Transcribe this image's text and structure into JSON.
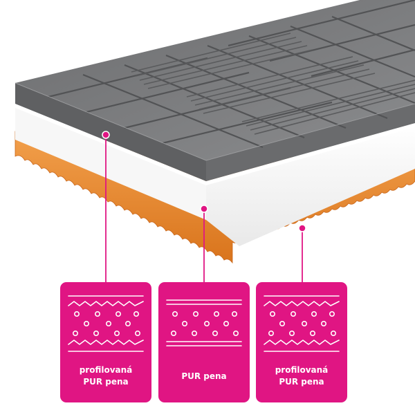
{
  "colors": {
    "accent": "#e01583",
    "gray_foam": "#7a7b7d",
    "white_foam": "#f4f4f4",
    "orange_foam": "#e9892f"
  },
  "layers": [
    {
      "id": "top",
      "material": "gray profiled foam",
      "icon": "profiled-foam-icon",
      "label_lines": [
        "profilovaná",
        "PUR pena"
      ]
    },
    {
      "id": "middle",
      "material": "white foam",
      "icon": "foam-icon",
      "label_lines": [
        "PUR pena"
      ]
    },
    {
      "id": "bottom",
      "material": "orange profiled foam",
      "icon": "profiled-foam-icon",
      "label_lines": [
        "profilovaná",
        "PUR pena"
      ]
    }
  ]
}
